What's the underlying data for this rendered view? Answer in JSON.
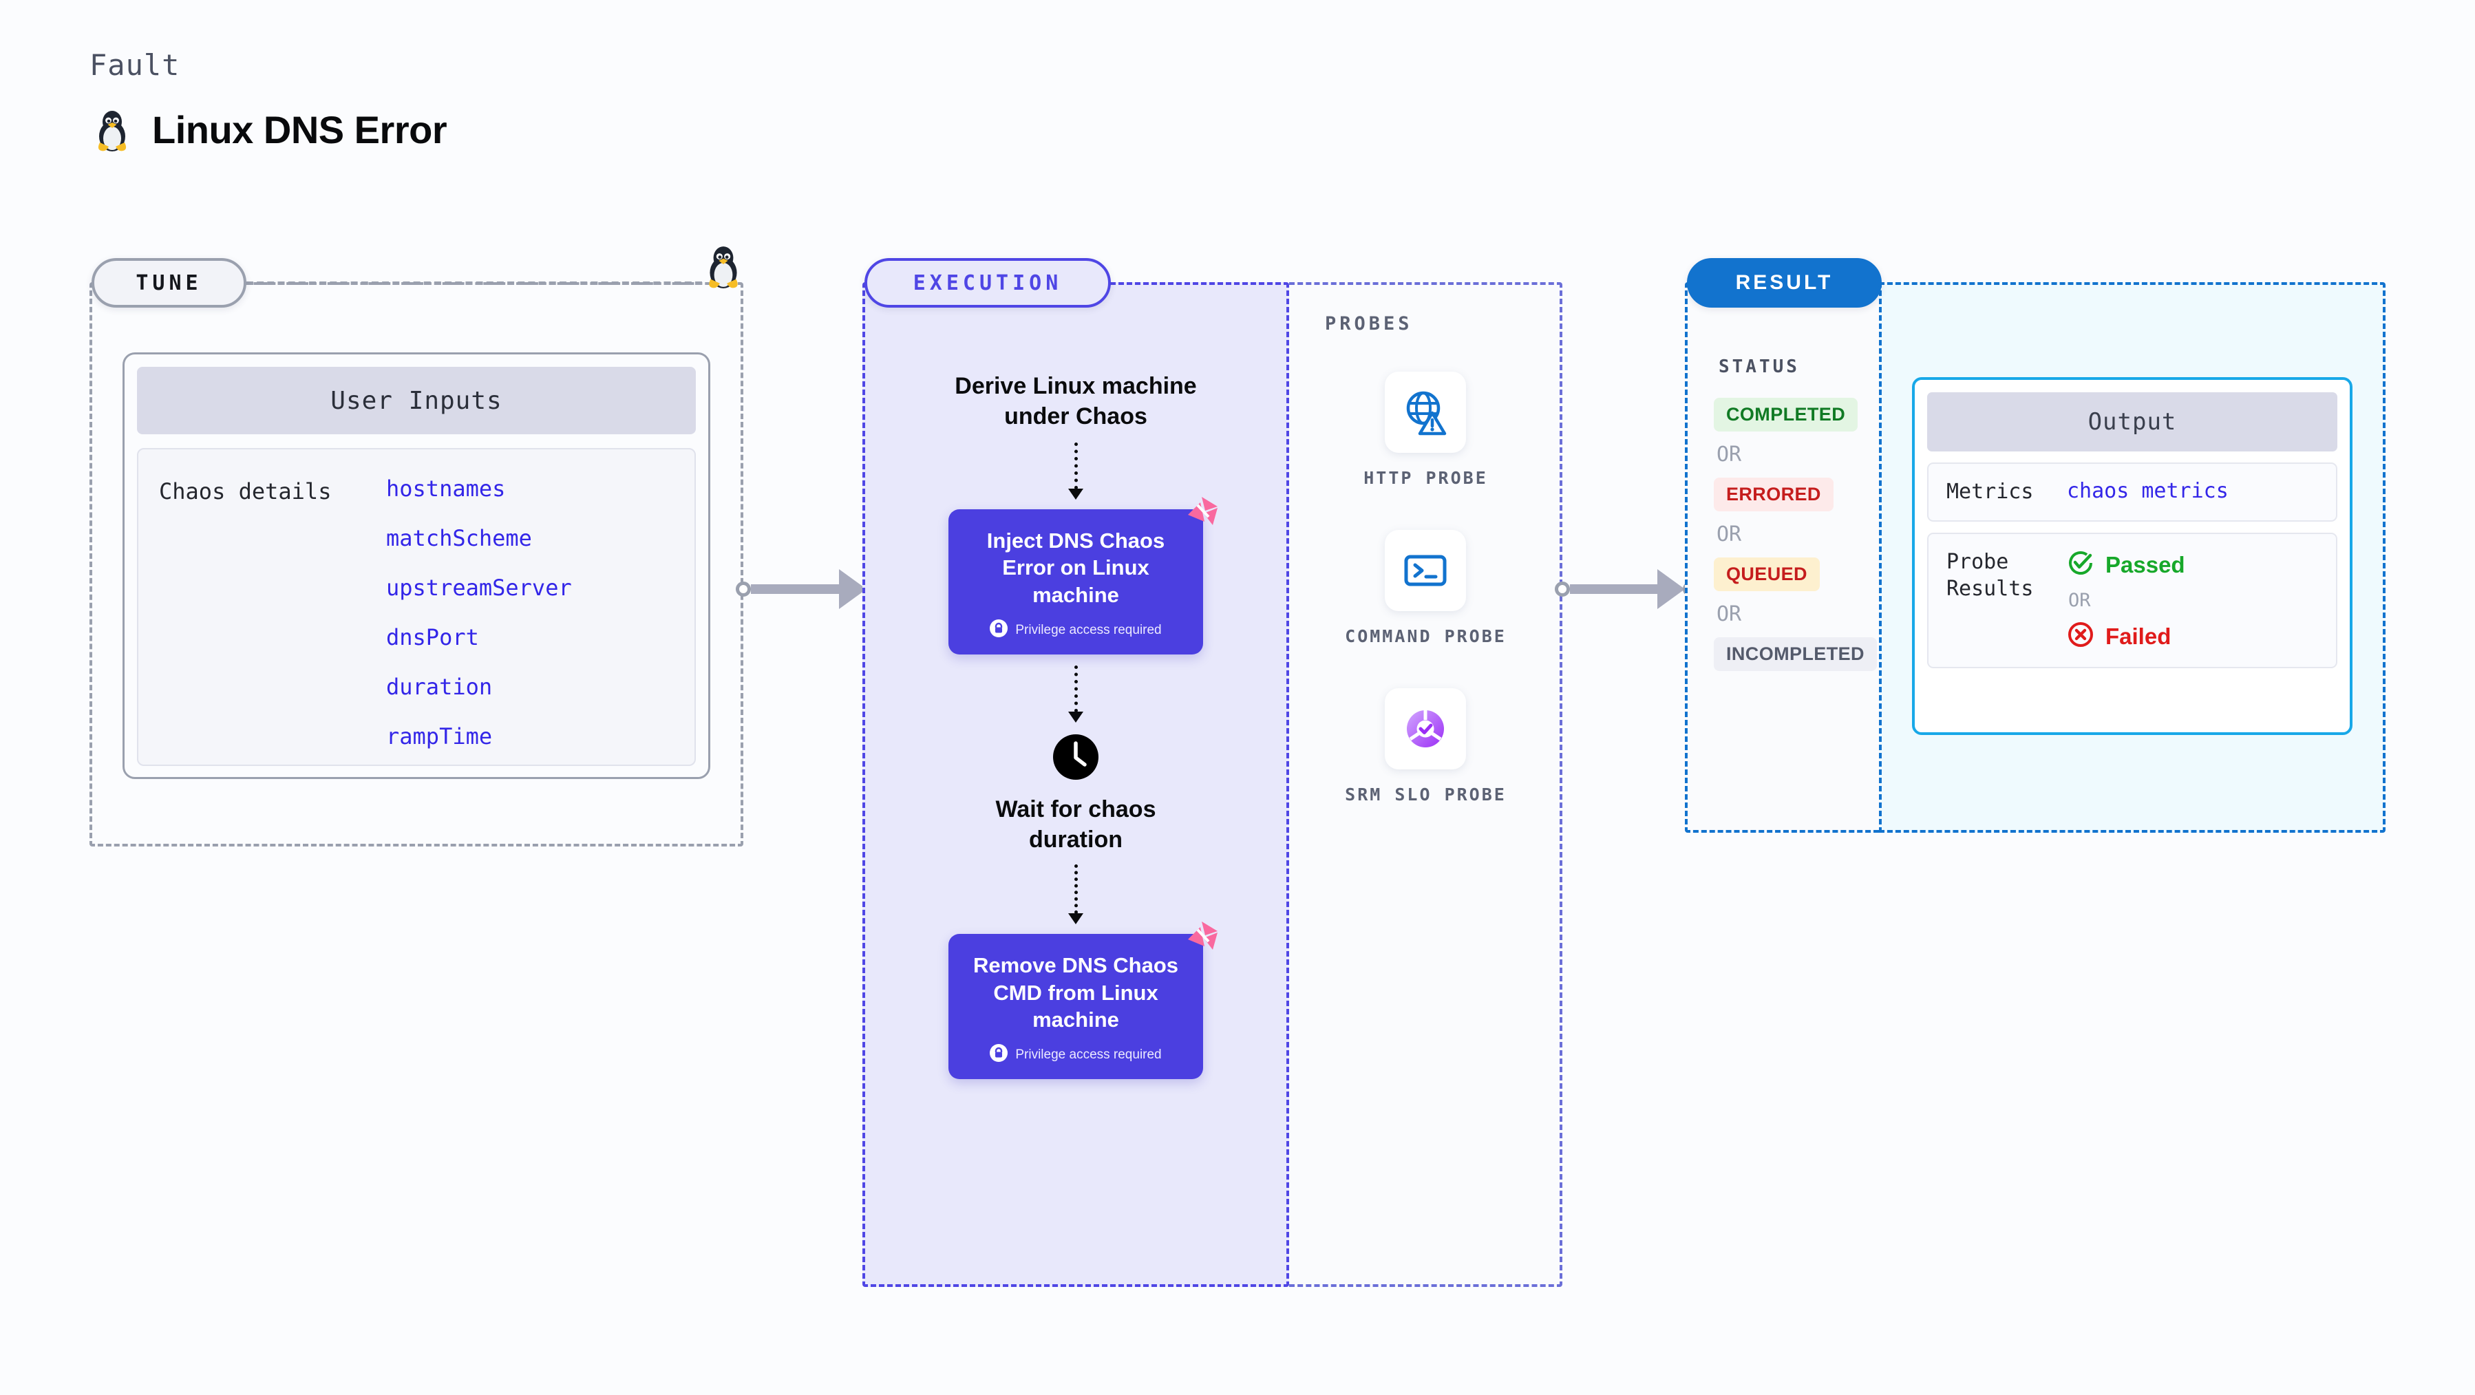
{
  "header": {
    "kicker": "Fault",
    "title": "Linux DNS Error",
    "icon": "tux-penguin-icon"
  },
  "tune": {
    "pill_label": "TUNE",
    "corner_icon": "tux-penguin-icon",
    "user_inputs": {
      "header": "User Inputs",
      "row_label": "Chaos details",
      "params": [
        "hostnames",
        "matchScheme",
        "upstreamServer",
        "dnsPort",
        "duration",
        "rampTime"
      ]
    }
  },
  "execution": {
    "pill_label": "EXECUTION",
    "steps": [
      {
        "type": "caption",
        "text": "Derive Linux machine under Chaos"
      },
      {
        "type": "chaos_block",
        "title": "Inject DNS Chaos Error on Linux machine",
        "note": "Privilege access required",
        "note_icon": "lock-icon",
        "badge_icon": "litmus-logo-icon"
      },
      {
        "type": "wait",
        "icon": "clock-icon",
        "text": "Wait for chaos duration"
      },
      {
        "type": "chaos_block",
        "title": "Remove DNS Chaos CMD from Linux machine",
        "note": "Privilege access required",
        "note_icon": "lock-icon",
        "badge_icon": "litmus-logo-icon"
      }
    ]
  },
  "probes": {
    "title": "PROBES",
    "items": [
      {
        "label": "HTTP PROBE",
        "icon": "globe-warning-icon"
      },
      {
        "label": "COMMAND PROBE",
        "icon": "terminal-icon"
      },
      {
        "label": "SRM SLO PROBE",
        "icon": "slo-donut-check-icon"
      }
    ]
  },
  "result": {
    "pill_label": "RESULT",
    "status": {
      "title": "STATUS",
      "or_label": "OR",
      "badges": [
        {
          "label": "COMPLETED",
          "bg": "#e3f5e3",
          "color": "#107a24"
        },
        {
          "label": "ERRORED",
          "bg": "#fdeaea",
          "color": "#c51d1d"
        },
        {
          "label": "QUEUED",
          "bg": "#fdf0cf",
          "color": "#c51d1d"
        },
        {
          "label": "INCOMPLETED",
          "bg": "#eeeff5",
          "color": "#545a6b"
        }
      ]
    },
    "output": {
      "header": "Output",
      "metrics_label": "Metrics",
      "metrics_value": "chaos metrics",
      "probe_results_label": "Probe Results",
      "or_label": "OR",
      "passed_label": "Passed",
      "passed_color": "#17a82a",
      "passed_icon": "check-circle-icon",
      "failed_label": "Failed",
      "failed_color": "#e01b1b",
      "failed_icon": "x-circle-icon"
    }
  },
  "theme": {
    "tune_border": "#9aa0ae",
    "execution_accent": "#4f46e5",
    "execution_bg": "#e8e8fb",
    "result_accent": "#1273ce",
    "output_bg": "#effafe",
    "chaos_block_bg": "#4b3fe0",
    "param_text": "#3326e8",
    "litmus_pink": "#f9699f"
  }
}
